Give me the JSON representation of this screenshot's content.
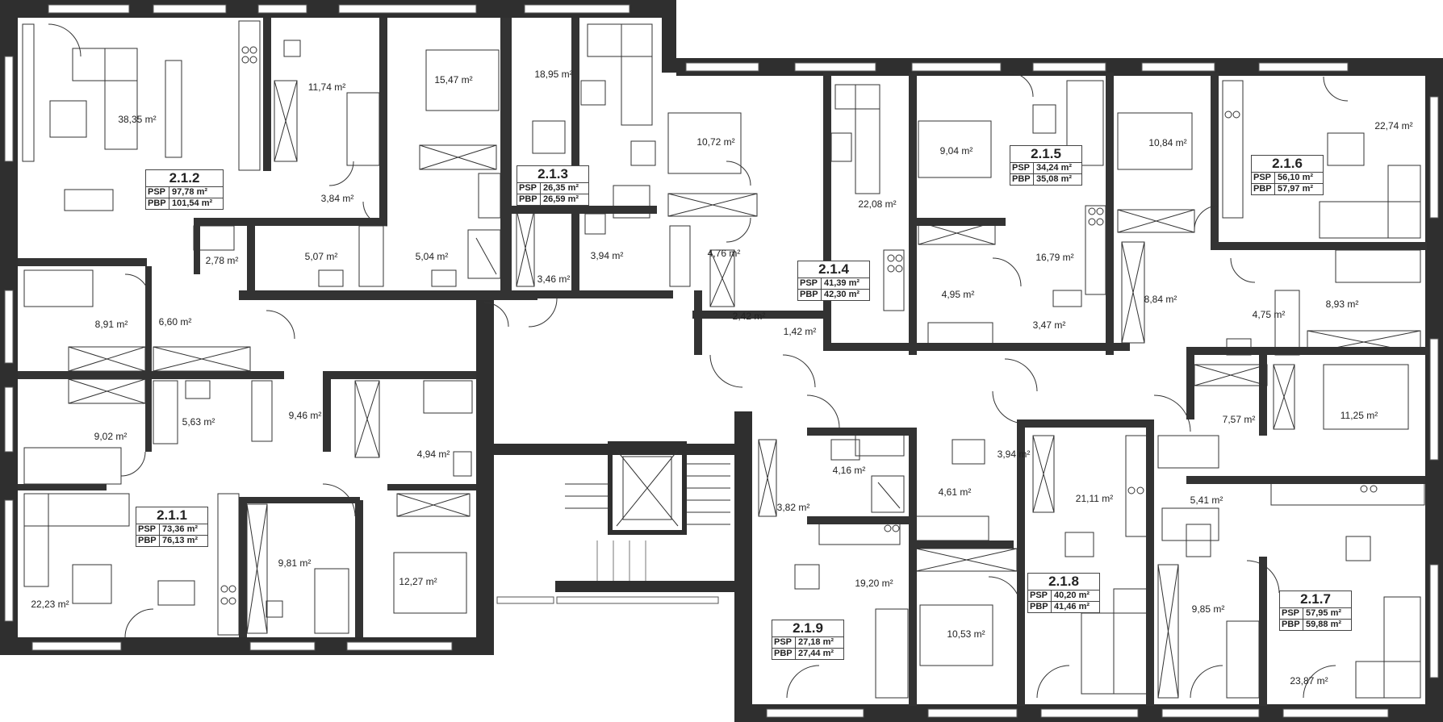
{
  "apartments": [
    {
      "id": "2.1.1",
      "psp_label": "PSP",
      "psp": "73,36 m²",
      "pbp_label": "PBP",
      "pbp": "76,13 m²"
    },
    {
      "id": "2.1.2",
      "psp_label": "PSP",
      "psp": "97,78 m²",
      "pbp_label": "PBP",
      "pbp": "101,54 m²"
    },
    {
      "id": "2.1.3",
      "psp_label": "PSP",
      "psp": "26,35 m²",
      "pbp_label": "PBP",
      "pbp": "26,59 m²"
    },
    {
      "id": "2.1.4",
      "psp_label": "PSP",
      "psp": "41,39 m²",
      "pbp_label": "PBP",
      "pbp": "42,30 m²"
    },
    {
      "id": "2.1.5",
      "psp_label": "PSP",
      "psp": "34,24 m²",
      "pbp_label": "PBP",
      "pbp": "35,08 m²"
    },
    {
      "id": "2.1.6",
      "psp_label": "PSP",
      "psp": "56,10 m²",
      "pbp_label": "PBP",
      "pbp": "57,97 m²"
    },
    {
      "id": "2.1.7",
      "psp_label": "PSP",
      "psp": "57,95 m²",
      "pbp_label": "PBP",
      "pbp": "59,88 m²"
    },
    {
      "id": "2.1.8",
      "psp_label": "PSP",
      "psp": "40,20 m²",
      "pbp_label": "PBP",
      "pbp": "41,46 m²"
    },
    {
      "id": "2.1.9",
      "psp_label": "PSP",
      "psp": "27,18 m²",
      "pbp_label": "PBP",
      "pbp": "27,44 m²"
    }
  ],
  "rooms": [
    "38,35 m²",
    "11,74 m²",
    "15,47 m²",
    "18,95 m²",
    "10,72 m²",
    "3,84 m²",
    "2,78 m²",
    "5,07 m²",
    "5,04 m²",
    "3,94 m²",
    "3,46 m²",
    "4,76 m²",
    "8,91 m²",
    "6,60 m²",
    "9,02 m²",
    "5,63 m²",
    "9,46 m²",
    "4,94 m²",
    "22,23 m²",
    "9,81 m²",
    "12,27 m²",
    "22,08 m²",
    "2,42 m²",
    "1,42 m²",
    "9,04 m²",
    "16,79 m²",
    "4,95 m²",
    "3,47 m²",
    "10,84 m²",
    "8,84 m²",
    "22,74 m²",
    "4,75 m²",
    "8,93 m²",
    "11,25 m²",
    "7,57 m²",
    "4,16 m²",
    "4,61 m²",
    "3,94 m²",
    "21,11 m²",
    "5,41 m²",
    "3,82 m²",
    "19,20 m²",
    "10,53 m²",
    "9,85 m²",
    "23,87 m²"
  ]
}
